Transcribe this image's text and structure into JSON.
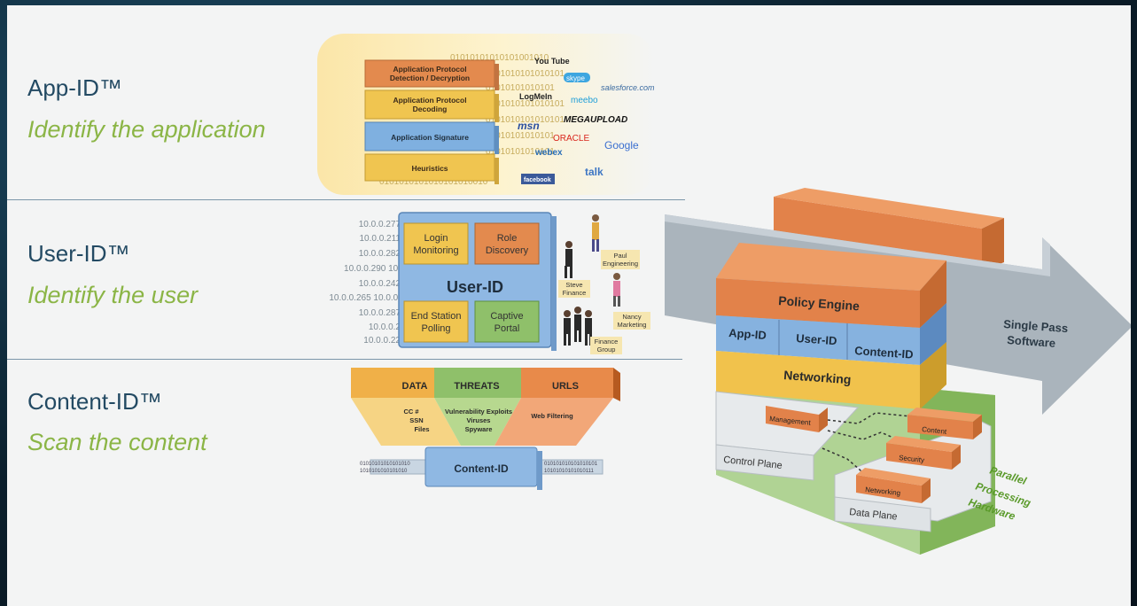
{
  "sections": [
    {
      "title": "App-ID™",
      "subtitle": "Identify the application"
    },
    {
      "title": "User-ID™",
      "subtitle": "Identify the user"
    },
    {
      "title": "Content-ID™",
      "subtitle": "Scan the content"
    }
  ],
  "app_id": {
    "layers": [
      [
        "Application Protocol",
        "Detection / Decryption"
      ],
      [
        "Application Protocol",
        "Decoding"
      ],
      [
        "Application Signature"
      ],
      [
        "Heuristics"
      ]
    ],
    "binary_rows": [
      "01010101010101001010",
      "0101010101010101",
      "01010101010101",
      "0101010101010101",
      "0101010101010101",
      "01010101010101",
      "01010101010101",
      "0101010101010101010010"
    ],
    "logos": {
      "youtube": "You Tube",
      "skype": "skype",
      "salesforce": "salesforce.com",
      "logmein": "LogMeIn",
      "meebo": "meebo",
      "msn": "msn",
      "megaupload": "MEGAUPLOAD",
      "oracle": "ORACLE",
      "google": "Google",
      "webex": "webex",
      "talk": "talk",
      "facebook": "facebook"
    },
    "colors": {
      "orange": "#e38a4e",
      "yellow": "#f0c550",
      "blue": "#7fb0e0"
    }
  },
  "user_id": {
    "ips": [
      "10.0.0.277",
      "10.0.0.211",
      "10.0.0.282",
      "10.0.0.290 10.",
      "10.0.0.242",
      "10.0.0.265 10.0.0.",
      "10.0.0.287",
      "10.0.0.2",
      "10.0.0.22"
    ],
    "quadrants": [
      [
        "Login",
        "Monitoring"
      ],
      [
        "Role",
        "Discovery"
      ],
      [
        "End Station",
        "Polling"
      ],
      [
        "Captive",
        "Portal"
      ]
    ],
    "center_label": "User-ID",
    "people": [
      [
        "Paul",
        "Engineering"
      ],
      [
        "Steve",
        "Finance"
      ],
      [
        "Nancy",
        "Marketing"
      ],
      [
        "Finance",
        "Group"
      ]
    ]
  },
  "content_id": {
    "headers": [
      "DATA",
      "THREATS",
      "URLS"
    ],
    "data_items": [
      "CC #",
      "SSN",
      "Files"
    ],
    "threat_items": [
      "Vulnerability Exploits",
      "Viruses",
      "Spyware"
    ],
    "url_items": [
      "Web Filtering"
    ],
    "pipe_label": "Content-ID",
    "bits_left": [
      "01010101010101010",
      "1010101010101010"
    ],
    "bits_right": [
      "010101010101010101",
      "10101010101010111"
    ]
  },
  "architecture": {
    "policy_engine": "Policy Engine",
    "ids": [
      "App-ID",
      "User-ID",
      "Content-ID"
    ],
    "networking": "Networking",
    "arrow_label": [
      "Single Pass",
      "Software"
    ],
    "control_plane": "Control Plane",
    "management": "Management",
    "data_plane": "Data Plane",
    "engines": [
      "Content",
      "Security",
      "Networking"
    ],
    "hw_label": [
      "Parallel",
      "Processing",
      "Hardware"
    ]
  }
}
